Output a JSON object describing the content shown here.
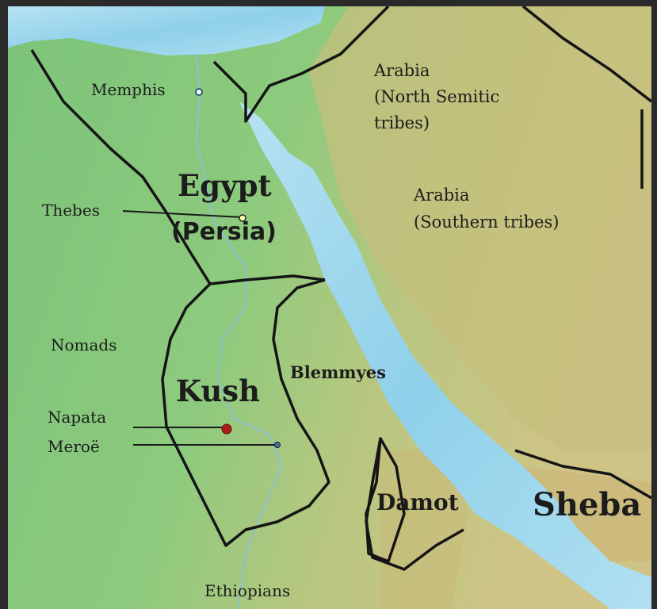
{
  "map": {
    "regions": {
      "egypt": "Egypt",
      "persia": "(Persia)",
      "kush": "Kush",
      "blemmyes": "Blemmyes",
      "damot": "Damot",
      "sheba": "Sheba",
      "nomads": "Nomads",
      "ethiopians": "Ethiopians",
      "arabia_north": [
        "Arabia",
        "(North Semitic",
        "tribes)"
      ],
      "arabia_south": [
        "Arabia",
        "(Southern tribes)"
      ]
    },
    "cities": {
      "memphis": "Memphis",
      "thebes": "Thebes",
      "napata": "Napata",
      "meroe": "Meroë"
    },
    "colors": {
      "sea": "#a9dcef",
      "sea_deep": "#7cc6e6",
      "land_green": "#7fc77a",
      "land_tan": "#c9c07b",
      "border": "#151515",
      "napata_marker": "#b01c1c"
    },
    "icons": {
      "memphis": "circle-marker-icon",
      "thebes": "circle-marker-icon",
      "napata": "dot-marker-icon",
      "meroe": "dot-marker-icon"
    }
  }
}
